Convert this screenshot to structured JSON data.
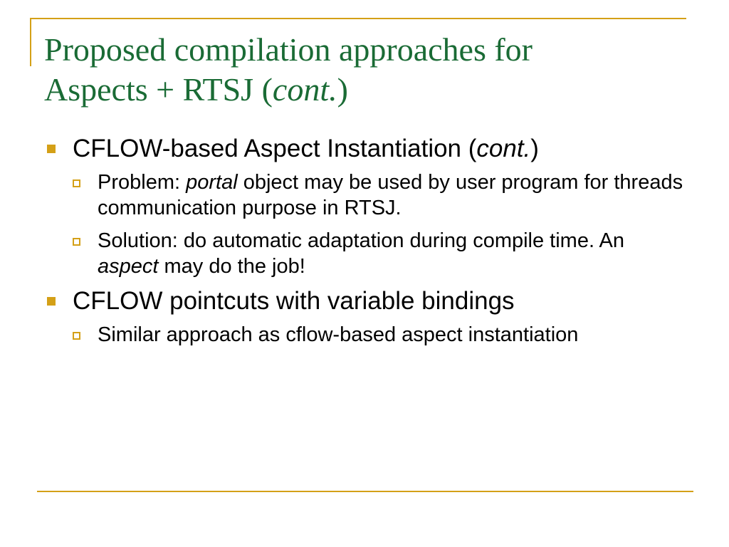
{
  "colors": {
    "accent": "#d4a017",
    "title": "#1a6b35"
  },
  "slide": {
    "title": {
      "line1": "Proposed  compilation approaches for",
      "line2_prefix": "Aspects + RTSJ (",
      "line2_italic": "cont.",
      "line2_suffix": ")"
    },
    "bullets": [
      {
        "prefix": "CFLOW-based Aspect Instantiation (",
        "italic": "cont.",
        "suffix": ")",
        "subs": [
          {
            "prefix": "Problem: ",
            "italic": "portal",
            "suffix": " object may be used by user program for threads communication purpose in RTSJ."
          },
          {
            "prefix": "Solution: do automatic adaptation during compile time. An ",
            "italic": "aspect",
            "suffix": " may do the job!"
          }
        ]
      },
      {
        "text": "CFLOW pointcuts with variable bindings",
        "subs": [
          {
            "text": "Similar approach as cflow-based aspect instantiation"
          }
        ]
      }
    ]
  }
}
